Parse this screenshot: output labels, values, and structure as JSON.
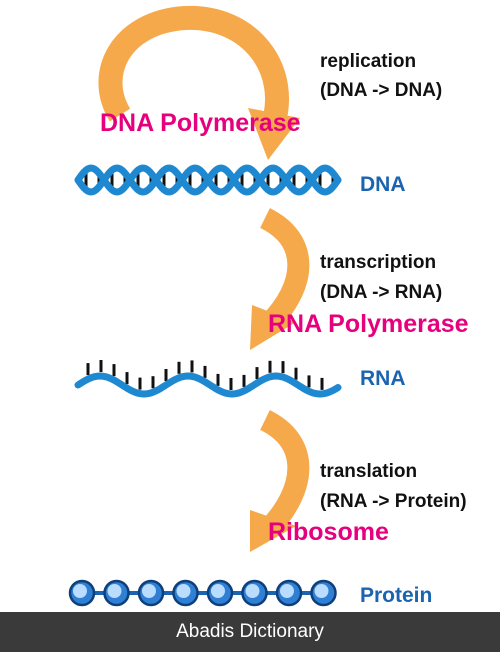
{
  "colors": {
    "arrow": "#f6a94a",
    "enzyme": "#e6007e",
    "molecule_label": "#1b64b0",
    "strand": "#1e88d0",
    "text": "#111111",
    "footer_bg": "#3a3a3a",
    "footer_text": "#ffffff"
  },
  "replication": {
    "title": "replication",
    "formula": "(DNA -> DNA)",
    "enzyme": "DNA Polymerase"
  },
  "dna": {
    "label": "DNA"
  },
  "transcription": {
    "title": "transcription",
    "formula": "(DNA -> RNA)",
    "enzyme": "RNA Polymerase"
  },
  "rna": {
    "label": "RNA"
  },
  "translation": {
    "title": "translation",
    "formula": "(RNA -> Protein)",
    "enzyme": "Ribosome"
  },
  "protein": {
    "label": "Protein",
    "bead_count": 8
  },
  "footer": {
    "text": "Abadis Dictionary"
  }
}
